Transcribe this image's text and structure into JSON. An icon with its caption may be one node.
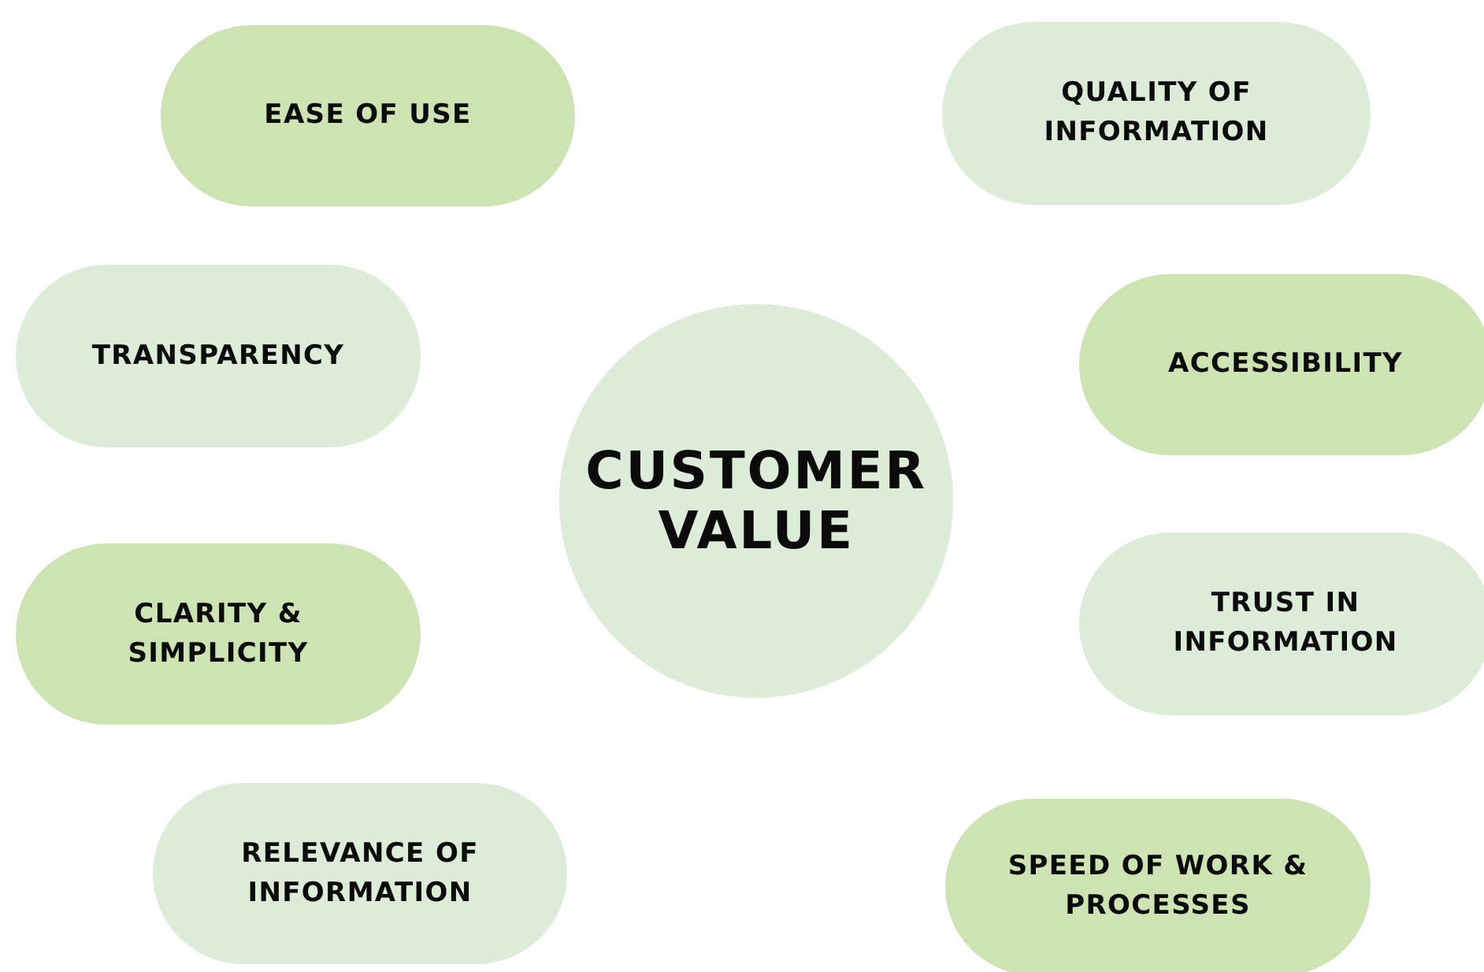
{
  "diagram": {
    "nodes": [
      {
        "text": [
          "EASE OF USE"
        ]
      },
      {
        "text": [
          "QUALITY OF INFORMATION"
        ]
      },
      {
        "text": [
          "TRANSPARENCY"
        ]
      },
      {
        "text": [
          "ACCESSIBILITY"
        ]
      },
      {
        "text": [
          "CUSTOMER VALUE"
        ]
      },
      {
        "text": [
          "CLARITY & SIMPLICITY"
        ]
      },
      {
        "text": [
          "TRUST IN INFORMATION"
        ]
      },
      {
        "text": [
          "RELEVANCE OF INFORMATION"
        ]
      },
      {
        "text": [
          "SPEED OF WORK & PROCESSES"
        ]
      }
    ]
  }
}
